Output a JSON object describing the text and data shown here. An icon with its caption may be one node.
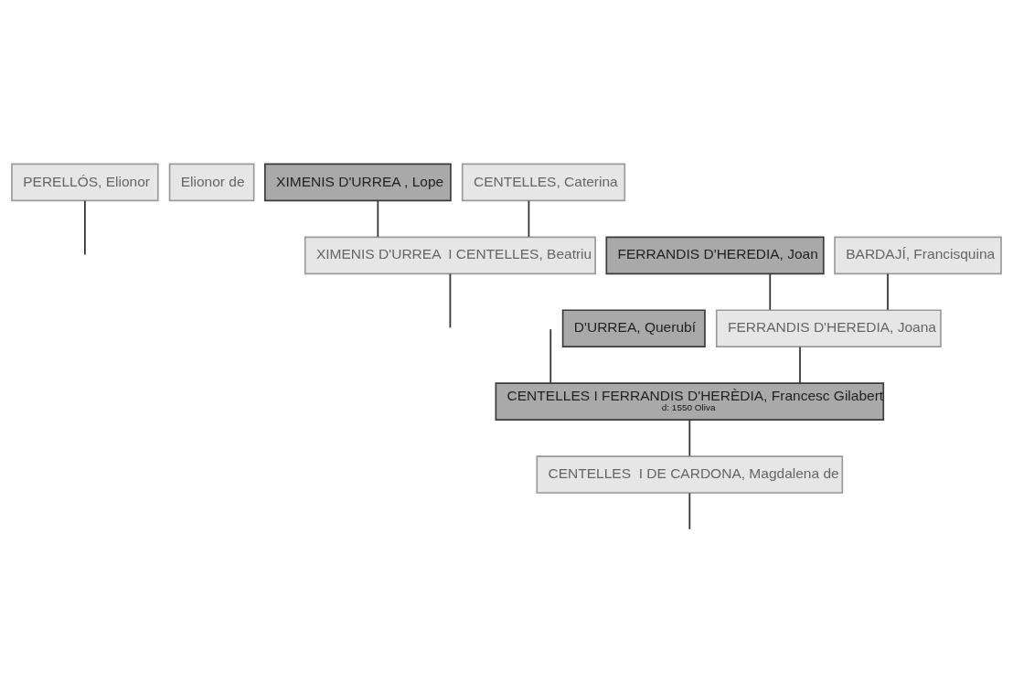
{
  "diagram": {
    "nodes": [
      {
        "text": [
          "PERELLÓS, Elionor"
        ]
      },
      {
        "text": [
          "Elionor de"
        ]
      },
      {
        "text": [
          "XIMENIS D'URREA , Lope"
        ]
      },
      {
        "text": [
          "CENTELLES, Caterina"
        ]
      },
      {
        "text": [
          "XIMENIS D'URREA  I CENTELLES, Beatriu"
        ]
      },
      {
        "text": [
          "FERRANDIS D'HEREDIA, Joan"
        ]
      },
      {
        "text": [
          "BARDAJÍ, Francisquina"
        ]
      },
      {
        "text": [
          "D'URREA, Querubí"
        ]
      },
      {
        "text": [
          "FERRANDIS D'HEREDIA, Joana"
        ]
      },
      {
        "text": [
          "CENTELLES I FERRANDIS D'HERÈDIA, Francesc Gilabert",
          "d: 1550 Oliva"
        ]
      },
      {
        "text": [
          "CENTELLES  I DE CARDONA, Magdalena de"
        ]
      }
    ],
    "edges": [
      {
        "from": 0,
        "to": null,
        "arrow": "none"
      },
      {
        "from": 2,
        "to": 4,
        "arrow": "none"
      },
      {
        "from": 3,
        "to": 4,
        "arrow": "none"
      },
      {
        "from": 4,
        "to": null,
        "arrow": "none"
      },
      {
        "from": 5,
        "to": 8,
        "arrow": "none"
      },
      {
        "from": 6,
        "to": 8,
        "arrow": "none"
      },
      {
        "from": null,
        "to": 9,
        "arrow": "none"
      },
      {
        "from": 8,
        "to": 9,
        "arrow": "none"
      },
      {
        "from": 9,
        "to": 10,
        "arrow": "none"
      },
      {
        "from": 10,
        "to": null,
        "arrow": "none"
      }
    ]
  }
}
